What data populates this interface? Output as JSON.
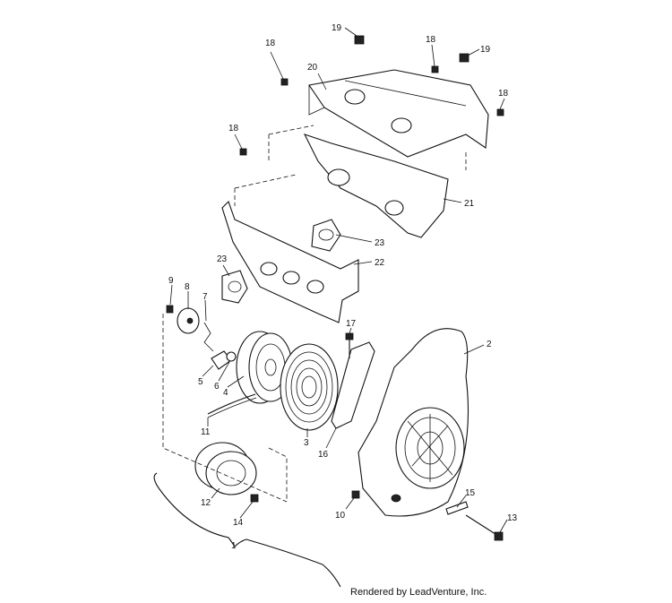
{
  "diagram": {
    "callouts": {
      "c1": "1",
      "c2": "2",
      "c3": "3",
      "c4": "4",
      "c5": "5",
      "c6": "6",
      "c7": "7",
      "c8": "8",
      "c9": "9",
      "c10": "10",
      "c11": "11",
      "c12": "12",
      "c13": "13",
      "c14": "14",
      "c15": "15",
      "c16": "16",
      "c17": "17",
      "c18a": "18",
      "c18b": "18",
      "c18c": "18",
      "c18d": "18",
      "c19a": "19",
      "c19b": "19",
      "c20": "20",
      "c21": "21",
      "c22": "22",
      "c23a": "23",
      "c23b": "23"
    },
    "footer": "Rendered by LeadVenture, Inc."
  }
}
